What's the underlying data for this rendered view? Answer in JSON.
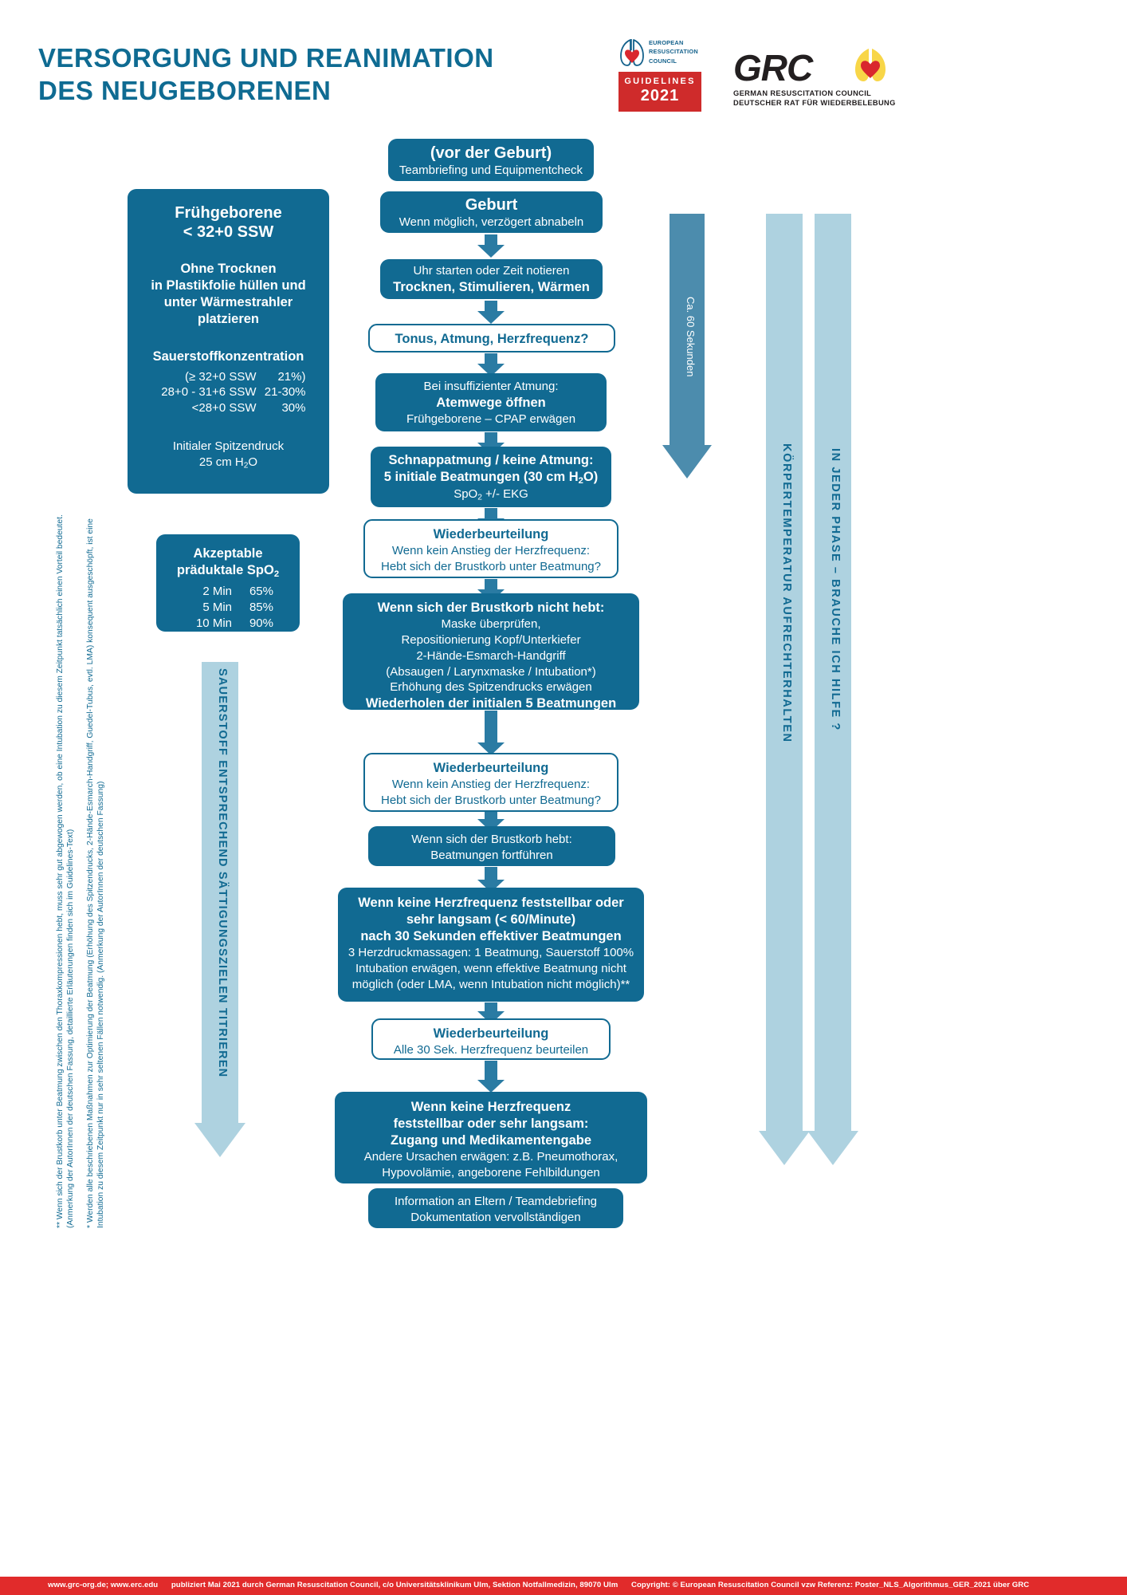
{
  "header": {
    "title_line1": "VERSORGUNG UND REANIMATION",
    "title_line2": "DES NEUGEBORENEN",
    "erc": {
      "l1": "EUROPEAN",
      "l2": "RESUSCITATION",
      "l3": "COUNCIL",
      "guidelines": "GUIDELINES",
      "year": "2021"
    },
    "grc": {
      "name": "GRC",
      "sub1": "GERMAN RESUSCITATION COUNCIL",
      "sub2": "DEUTSCHER RAT FÜR WIEDERBELEBUNG"
    }
  },
  "preterm_box": {
    "title1": "Frühgeborene",
    "title2": "< 32+0 SSW",
    "instr1": "Ohne Trocknen",
    "instr2": "in Plastikfolie hüllen und",
    "instr3": "unter Wärmestrahler",
    "instr4": "platzieren",
    "oxy_title": "Sauerstoffkonzentration",
    "rows": [
      {
        "label": "(≥ 32+0 SSW",
        "value": "21%)"
      },
      {
        "label": "28+0 - 31+6 SSW",
        "value": "21-30%"
      },
      {
        "label": "<28+0 SSW",
        "value": "30%"
      }
    ],
    "peak1": "Initialer Spitzendruck",
    "peak2": "25 cm H₂O"
  },
  "spo2_box": {
    "title1": "Akzeptable",
    "title2": "präduktale SpO₂",
    "rows": [
      {
        "t": "2 Min",
        "v": "65%"
      },
      {
        "t": "5 Min",
        "v": "85%"
      },
      {
        "t": "10 Min",
        "v": "90%"
      }
    ]
  },
  "flow": {
    "n1": {
      "bold": "(vor der Geburt)",
      "line": "Teambriefing und Equipmentcheck"
    },
    "n2": {
      "bold": "Geburt",
      "line": "Wenn möglich, verzögert abnabeln"
    },
    "n3": {
      "line": "Uhr starten oder Zeit notieren",
      "bold": "Trocknen, Stimulieren, Wärmen"
    },
    "n4": {
      "bold": "Tonus, Atmung, Herzfrequenz?"
    },
    "n5": {
      "l1": "Bei insuffizienter Atmung:",
      "bold": "Atemwege öffnen",
      "l2": "Frühgeborene – CPAP erwägen"
    },
    "n6": {
      "b1": "Schnappatmung / keine Atmung:",
      "b2": "5 initiale Beatmungen (30 cm H₂O)",
      "l1": "SpO₂ +/- EKG"
    },
    "n7": {
      "bold": "Wiederbeurteilung",
      "l1": "Wenn kein Anstieg der Herzfrequenz:",
      "l2": "Hebt sich der Brustkorb unter Beatmung?"
    },
    "n8": {
      "bold": "Wenn sich der Brustkorb nicht hebt:",
      "l1": "Maske überprüfen,",
      "l2": "Repositionierung Kopf/Unterkiefer",
      "l3": "2-Hände-Esmarch-Handgriff",
      "l4": "(Absaugen / Larynxmaske / Intubation*)",
      "l5": "Erhöhung des Spitzendrucks erwägen",
      "bold2": "Wiederholen der initialen 5 Beatmungen"
    },
    "n9": {
      "bold": "Wiederbeurteilung",
      "l1": "Wenn kein Anstieg der Herzfrequenz:",
      "l2": "Hebt sich der Brustkorb unter Beatmung?"
    },
    "n10": {
      "l1": "Wenn sich der Brustkorb hebt:",
      "l2": "Beatmungen fortführen"
    },
    "n11": {
      "b1": "Wenn keine Herzfrequenz feststellbar oder",
      "b2": "sehr langsam (< 60/Minute)",
      "b3": "nach 30 Sekunden effektiver Beatmungen",
      "l1": "3 Herzdruckmassagen: 1 Beatmung, Sauerstoff 100%",
      "l2": "Intubation erwägen, wenn effektive Beatmung nicht",
      "l3": "möglich (oder LMA, wenn Intubation nicht möglich)**"
    },
    "n12": {
      "bold": "Wiederbeurteilung",
      "l1": "Alle 30 Sek. Herzfrequenz beurteilen"
    },
    "n13": {
      "b1": "Wenn keine Herzfrequenz",
      "b2": "feststellbar oder sehr langsam:",
      "b3": "Zugang und Medikamentengabe",
      "l1": "Andere Ursachen erwägen: z.B. Pneumothorax,",
      "l2": "Hypovolämie, angeborene Fehlbildungen"
    },
    "n14": {
      "l1": "Information an Eltern / Teamdebriefing",
      "l2": "Dokumentation vervollständigen"
    }
  },
  "side_arrows": {
    "seconds": "Ca. 60 Sekunden",
    "temperature": "KÖRPERTEMPERATUR AUFRECHTERHALTEN",
    "help": "IN JEDER PHASE – BRAUCHE ICH HILFE ?",
    "oxygen": "SAUERSTOFF  ENTSPRECHEND  SÄTTIGUNGSZIELEN  TITRIEREN"
  },
  "footnotes": {
    "one": "* Werden alle beschriebenen Maßnahmen zur Optimierung der Beatmung (Erhöhung des Spitzendrucks, 2-Hände-Esmarch-Handgriff, Guedel-Tubus, evtl. LMA) konsequent ausgeschöpft, ist eine Intubation zu diesem Zeitpunkt nur in sehr seltenen Fällen notwendig. (Anmerkung der AutorInnen der deutschen Fassung)",
    "two": "** Wenn sich der Brustkorb unter Beatmung zwischen den Thoraxkompressionen hebt, muss sehr gut abgewogen werden, ob eine Intubation zu diesem Zeitpunkt tatsächlich einen Vorteil bedeutet. (Anmerkung der AutorInnen der deutschen Fassung, detaillierte Erläuterungen finden sich im Guidelines-Text)"
  },
  "footer": {
    "sites": "www.grc-org.de; www.erc.edu",
    "publisher": "publiziert Mai 2021 durch German Resuscitation Council, c/o Universitätsklinikum Ulm, Sektion Notfallmedizin, 89070 Ulm",
    "copyright": "Copyright: © European Resuscitation Council vzw Referenz: Poster_NLS_Algorithmus_GER_2021 über GRC"
  },
  "colors": {
    "primary": "#116a92",
    "arrow": "#2a7ba3",
    "light_arrow": "#a9cddc",
    "red": "#e12b2b",
    "yellow": "#f8d648"
  }
}
